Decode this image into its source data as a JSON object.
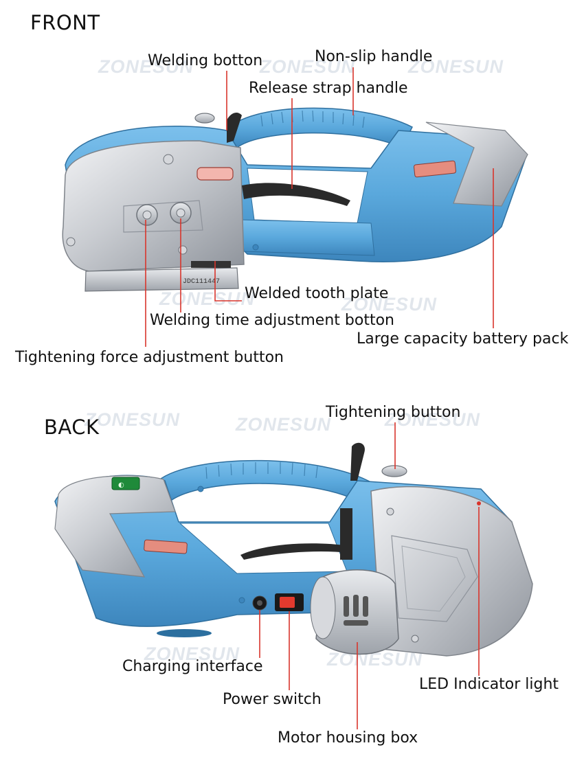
{
  "sections": {
    "front": "FRONT",
    "back": "BACK"
  },
  "front_labels": {
    "welding_button": "Welding botton",
    "non_slip_handle": "Non-slip handle",
    "release_strap_handle": "Release strap handle",
    "welded_tooth_plate": "Welded tooth plate",
    "welding_time_button": "Welding time adjustment botton",
    "battery_pack": "Large capacity battery pack",
    "tightening_force_button": "Tightening force adjustment button"
  },
  "back_labels": {
    "tightening_button": "Tightening button",
    "charging_interface": "Charging interface",
    "power_switch": "Power switch",
    "motor_housing": "Motor housing box",
    "led_light": "LED Indicator light"
  },
  "watermark": "ZONESUN",
  "plate_code": "JDC111447",
  "colors": {
    "body_blue": "#5aa8dc",
    "body_blue_dark": "#3d86bd",
    "silver": "#c9ccd1",
    "silver_dark": "#8e939b",
    "leader_red": "#d9342b",
    "lever_black": "#2a2a2a"
  }
}
